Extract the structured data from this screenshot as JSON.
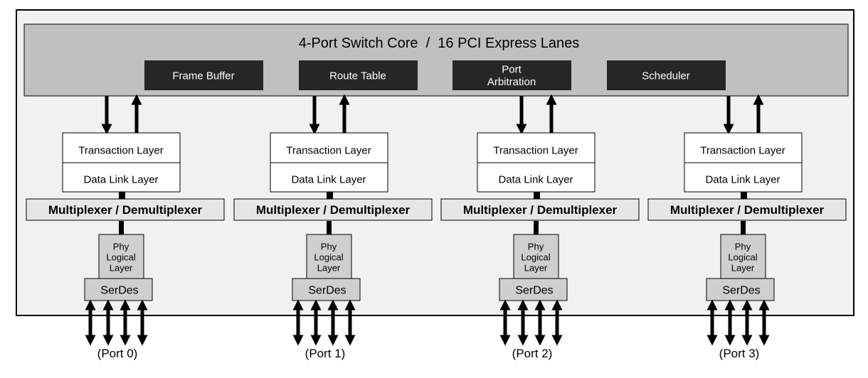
{
  "core": {
    "title": "4-Port Switch Core  /  16 PCI Express Lanes",
    "blocks": [
      "Frame Buffer",
      "Route Table",
      "Port\nArbitration",
      "Scheduler"
    ]
  },
  "port_stack": {
    "transaction": "Transaction Layer",
    "data_link": "Data Link Layer",
    "mux": "Multiplexer / Demultiplexer",
    "phy": "Phy\nLogical\nLayer",
    "serdes": "SerDes"
  },
  "ports": [
    "(Port 0)",
    "(Port 1)",
    "(Port 2)",
    "(Port 3)"
  ],
  "colors": {
    "outer_fill": "#f1f1f1",
    "core_fill": "#c0c0c0",
    "block_fill": "#262626",
    "mux_fill": "#e6e6e6",
    "phy_fill": "#cfcfcf"
  }
}
